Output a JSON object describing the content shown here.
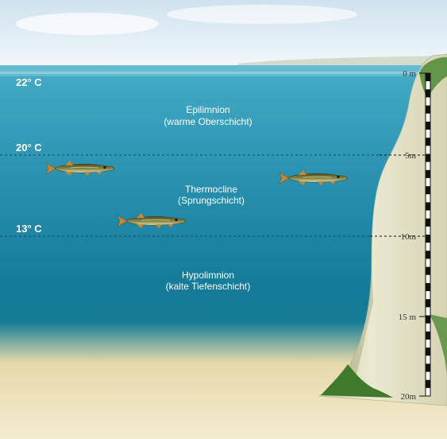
{
  "temperatures": {
    "surface": "22° C",
    "epilimnion_bottom": "20° C",
    "thermocline_bottom": "13° C"
  },
  "layers": {
    "epilimnion": {
      "name": "Epilimnion",
      "desc": "(warme Oberschicht)"
    },
    "thermocline": {
      "name": "Thermocline",
      "desc": "(Sprungschicht)"
    },
    "hypolimnion": {
      "name": "Hypolimnion",
      "desc": "(kalte Tiefenschicht)"
    }
  },
  "depth_scale": {
    "ticks": [
      "0 m",
      "5m",
      "10m",
      "15 m",
      "20m"
    ]
  },
  "colors": {
    "sky_top": "#d9e8f2",
    "water_surface": "#3ea8c2",
    "water_deep": "#0e6683",
    "sand": "#e9dcb0",
    "cliff": "#e4e1c4",
    "moss": "#4e8a35",
    "fish_body": "#7b7a3c"
  }
}
